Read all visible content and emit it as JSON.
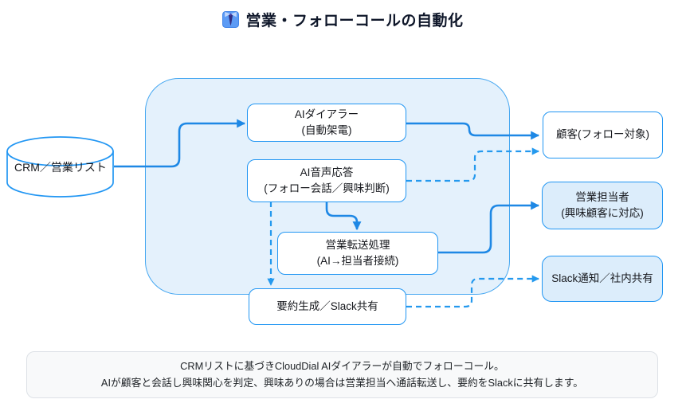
{
  "title": {
    "icon": "necktie-icon",
    "text": "営業・フォローコールの自動化"
  },
  "colors": {
    "solid_edge": "#1E88E5",
    "dashed_edge": "#2499EE",
    "node_border": "#2196F3",
    "container_fill": "#E4F1FC",
    "container_border": "#45A7F1",
    "light_node_fill": "#DCEDFB",
    "note_fill": "#F8F9FA"
  },
  "source": {
    "label": "CRM／営業リスト",
    "shape": "cylinder"
  },
  "nodes": {
    "dialer": {
      "line1": "AIダイアラー",
      "line2": "(自動架電)"
    },
    "voice": {
      "line1": "AI音声応答",
      "line2": "(フォロー会話／興味判断)"
    },
    "transfer": {
      "line1": "営業転送処理",
      "line2": "(AI→担当者接続)"
    },
    "summary": {
      "line1": "要約生成／Slack共有",
      "line2": ""
    }
  },
  "targets": {
    "customer": {
      "line1": "顧客(フォロー対象)",
      "line2": ""
    },
    "sales": {
      "line1": "営業担当者",
      "line2": "(興味顧客に対応)"
    },
    "slack": {
      "line1": "Slack通知／社内共有",
      "line2": ""
    }
  },
  "edges": [
    {
      "from": "crm-list",
      "to": "ai-dialer",
      "style": "solid"
    },
    {
      "from": "ai-dialer",
      "to": "customer",
      "style": "solid"
    },
    {
      "from": "ai-voice",
      "to": "customer",
      "style": "dashed"
    },
    {
      "from": "ai-voice",
      "to": "transfer",
      "style": "solid"
    },
    {
      "from": "ai-voice",
      "to": "summary",
      "style": "dashed"
    },
    {
      "from": "transfer",
      "to": "sales-rep",
      "style": "solid"
    },
    {
      "from": "summary",
      "to": "slack",
      "style": "dashed"
    }
  ],
  "note": {
    "line1": "CRMリストに基づきCloudDial AIダイアラーが自動でフォローコール。",
    "line2": "AIが顧客と会話し興味関心を判定、興味ありの場合は営業担当へ通話転送し、要約をSlackに共有します。"
  }
}
